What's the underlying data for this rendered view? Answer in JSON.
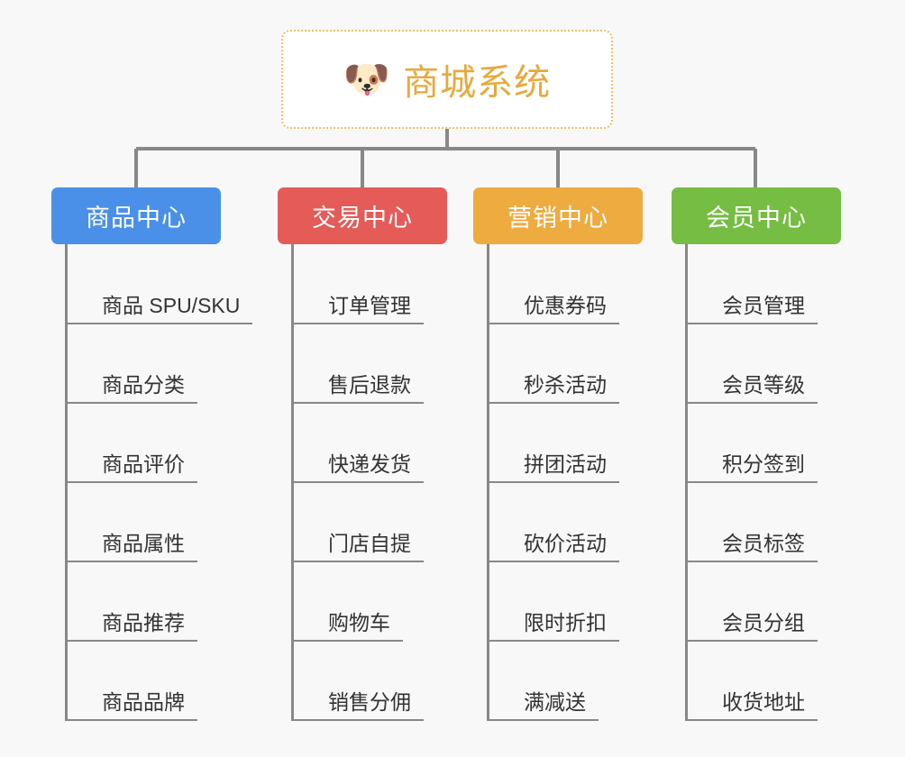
{
  "root": {
    "icon": "dog-face-emoji",
    "emoji": "🐶",
    "title": "商城系统",
    "title_color": "#e8a93c",
    "border_color": "#f0c067"
  },
  "canvas": {
    "background": "#f8f8f8",
    "connector_color": "#888888"
  },
  "branches": [
    {
      "label": "商品中心",
      "color": "#4a90e8",
      "items": [
        "商品 SPU/SKU",
        "商品分类",
        "商品评价",
        "商品属性",
        "商品推荐",
        "商品品牌"
      ]
    },
    {
      "label": "交易中心",
      "color": "#e45b58",
      "items": [
        "订单管理",
        "售后退款",
        "快递发货",
        "门店自提",
        "购物车",
        "销售分佣"
      ]
    },
    {
      "label": "营销中心",
      "color": "#eeab3f",
      "items": [
        "优惠券码",
        "秒杀活动",
        "拼团活动",
        "砍价活动",
        "限时折扣",
        "满减送"
      ]
    },
    {
      "label": "会员中心",
      "color": "#76bd43",
      "items": [
        "会员管理",
        "会员等级",
        "积分签到",
        "会员标签",
        "会员分组",
        "收货地址"
      ]
    }
  ]
}
